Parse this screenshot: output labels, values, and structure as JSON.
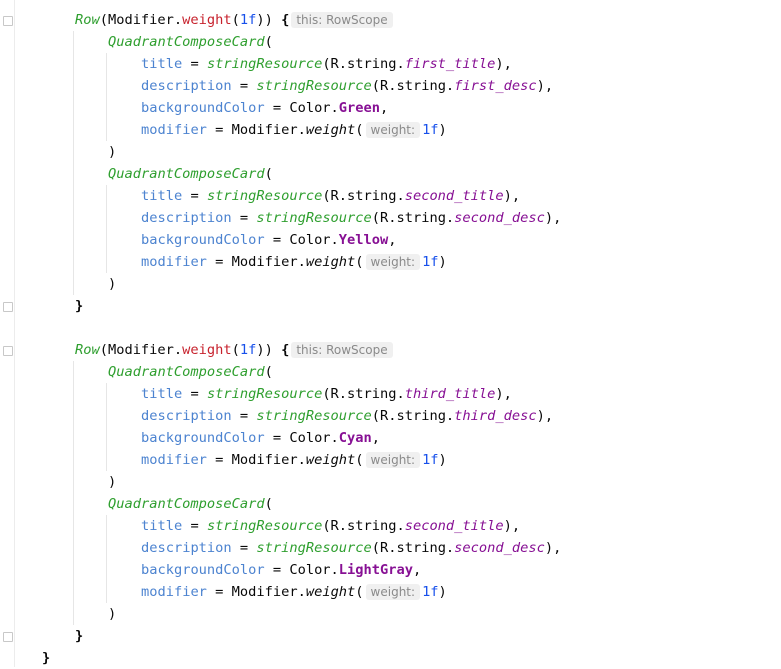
{
  "editor": {
    "lines": [
      {
        "lvl": 1,
        "t": [
          [
            "fn",
            "Row"
          ],
          [
            "",
            "(Modifier."
          ],
          [
            "prop",
            "weight"
          ],
          [
            "",
            "("
          ],
          [
            "num",
            "1f"
          ],
          [
            "",
            "))"
          ],
          [
            "",
            " "
          ],
          [
            "b",
            "{"
          ],
          [
            "hint",
            "this: RowScope"
          ]
        ]
      },
      {
        "lvl": 2,
        "t": [
          [
            "fn",
            "QuadrantComposeCard"
          ],
          [
            "",
            "("
          ]
        ]
      },
      {
        "lvl": 3,
        "t": [
          [
            "prm",
            "title"
          ],
          [
            "",
            " = "
          ],
          [
            "fn",
            "stringResource"
          ],
          [
            "",
            "(R.string."
          ],
          [
            "res",
            "first_title"
          ],
          [
            "",
            "),"
          ]
        ]
      },
      {
        "lvl": 3,
        "t": [
          [
            "prm",
            "description"
          ],
          [
            "",
            " = "
          ],
          [
            "fn",
            "stringResource"
          ],
          [
            "",
            "(R.string."
          ],
          [
            "res",
            "first_desc"
          ],
          [
            "",
            "),"
          ]
        ]
      },
      {
        "lvl": 3,
        "t": [
          [
            "prm",
            "backgroundColor"
          ],
          [
            "",
            " = "
          ],
          [
            "",
            "Color."
          ],
          [
            "cst",
            "Green"
          ],
          [
            "",
            ","
          ]
        ]
      },
      {
        "lvl": 3,
        "t": [
          [
            "prm",
            "modifier"
          ],
          [
            "",
            " = "
          ],
          [
            "",
            "Modifier."
          ],
          [
            "it",
            "weight"
          ],
          [
            "",
            "("
          ],
          [
            "hint",
            "weight:"
          ],
          [
            "num",
            "1f"
          ],
          [
            "",
            ")"
          ]
        ]
      },
      {
        "lvl": 2,
        "t": [
          [
            "",
            ")"
          ]
        ]
      },
      {
        "lvl": 2,
        "t": [
          [
            "fn",
            "QuadrantComposeCard"
          ],
          [
            "",
            "("
          ]
        ]
      },
      {
        "lvl": 3,
        "t": [
          [
            "prm",
            "title"
          ],
          [
            "",
            " = "
          ],
          [
            "fn",
            "stringResource"
          ],
          [
            "",
            "(R.string."
          ],
          [
            "res",
            "second_title"
          ],
          [
            "",
            "),"
          ]
        ]
      },
      {
        "lvl": 3,
        "t": [
          [
            "prm",
            "description"
          ],
          [
            "",
            " = "
          ],
          [
            "fn",
            "stringResource"
          ],
          [
            "",
            "(R.string."
          ],
          [
            "res",
            "second_desc"
          ],
          [
            "",
            "),"
          ]
        ]
      },
      {
        "lvl": 3,
        "t": [
          [
            "prm",
            "backgroundColor"
          ],
          [
            "",
            " = "
          ],
          [
            "",
            "Color."
          ],
          [
            "cst",
            "Yellow"
          ],
          [
            "",
            ","
          ]
        ]
      },
      {
        "lvl": 3,
        "t": [
          [
            "prm",
            "modifier"
          ],
          [
            "",
            " = "
          ],
          [
            "",
            "Modifier."
          ],
          [
            "it",
            "weight"
          ],
          [
            "",
            "("
          ],
          [
            "hint",
            "weight:"
          ],
          [
            "num",
            "1f"
          ],
          [
            "",
            ")"
          ]
        ]
      },
      {
        "lvl": 2,
        "t": [
          [
            "",
            ")"
          ]
        ]
      },
      {
        "lvl": 1,
        "t": [
          [
            "b",
            "}"
          ]
        ]
      },
      {
        "lvl": 1,
        "t": []
      },
      {
        "lvl": 1,
        "t": [
          [
            "fn",
            "Row"
          ],
          [
            "",
            "(Modifier."
          ],
          [
            "prop",
            "weight"
          ],
          [
            "",
            "("
          ],
          [
            "num",
            "1f"
          ],
          [
            "",
            "))"
          ],
          [
            "",
            " "
          ],
          [
            "b",
            "{"
          ],
          [
            "hint",
            "this: RowScope"
          ]
        ]
      },
      {
        "lvl": 2,
        "t": [
          [
            "fn",
            "QuadrantComposeCard"
          ],
          [
            "",
            "("
          ]
        ]
      },
      {
        "lvl": 3,
        "t": [
          [
            "prm",
            "title"
          ],
          [
            "",
            " = "
          ],
          [
            "fn",
            "stringResource"
          ],
          [
            "",
            "(R.string."
          ],
          [
            "res",
            "third_title"
          ],
          [
            "",
            "),"
          ]
        ]
      },
      {
        "lvl": 3,
        "t": [
          [
            "prm",
            "description"
          ],
          [
            "",
            " = "
          ],
          [
            "fn",
            "stringResource"
          ],
          [
            "",
            "(R.string."
          ],
          [
            "res",
            "third_desc"
          ],
          [
            "",
            "),"
          ]
        ]
      },
      {
        "lvl": 3,
        "t": [
          [
            "prm",
            "backgroundColor"
          ],
          [
            "",
            " = "
          ],
          [
            "",
            "Color."
          ],
          [
            "cst",
            "Cyan"
          ],
          [
            "",
            ","
          ]
        ]
      },
      {
        "lvl": 3,
        "t": [
          [
            "prm",
            "modifier"
          ],
          [
            "",
            " = "
          ],
          [
            "",
            "Modifier."
          ],
          [
            "it",
            "weight"
          ],
          [
            "",
            "("
          ],
          [
            "hint",
            "weight:"
          ],
          [
            "num",
            "1f"
          ],
          [
            "",
            ")"
          ]
        ]
      },
      {
        "lvl": 2,
        "t": [
          [
            "",
            ")"
          ]
        ]
      },
      {
        "lvl": 2,
        "t": [
          [
            "fn",
            "QuadrantComposeCard"
          ],
          [
            "",
            "("
          ]
        ]
      },
      {
        "lvl": 3,
        "t": [
          [
            "prm",
            "title"
          ],
          [
            "",
            " = "
          ],
          [
            "fn",
            "stringResource"
          ],
          [
            "",
            "(R.string."
          ],
          [
            "res",
            "second_title"
          ],
          [
            "",
            "),"
          ]
        ]
      },
      {
        "lvl": 3,
        "t": [
          [
            "prm",
            "description"
          ],
          [
            "",
            " = "
          ],
          [
            "fn",
            "stringResource"
          ],
          [
            "",
            "(R.string."
          ],
          [
            "res",
            "second_desc"
          ],
          [
            "",
            "),"
          ]
        ]
      },
      {
        "lvl": 3,
        "t": [
          [
            "prm",
            "backgroundColor"
          ],
          [
            "",
            " = "
          ],
          [
            "",
            "Color."
          ],
          [
            "cst",
            "LightGray"
          ],
          [
            "",
            ","
          ]
        ]
      },
      {
        "lvl": 3,
        "t": [
          [
            "prm",
            "modifier"
          ],
          [
            "",
            " = "
          ],
          [
            "",
            "Modifier."
          ],
          [
            "it",
            "weight"
          ],
          [
            "",
            "("
          ],
          [
            "hint",
            "weight:"
          ],
          [
            "num",
            "1f"
          ],
          [
            "",
            ")"
          ]
        ]
      },
      {
        "lvl": 2,
        "t": [
          [
            "",
            ")"
          ]
        ]
      },
      {
        "lvl": 1,
        "t": [
          [
            "b",
            "}"
          ]
        ]
      },
      {
        "lvl": 0,
        "t": [
          [
            "b",
            "}"
          ]
        ]
      }
    ]
  }
}
